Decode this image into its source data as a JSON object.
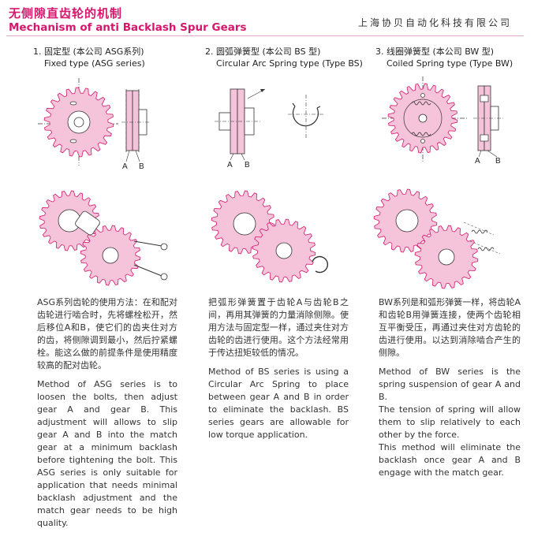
{
  "header": {
    "title_zh": "无侧隙直齿轮的机制",
    "title_en": "Mechanism of anti Backlash Spur Gears",
    "company": "上海协贝自动化科技有限公司"
  },
  "colors": {
    "accent": "#d6176d",
    "gear": "#f5c4da",
    "gear_stroke": "#d6176d",
    "rule": "#e0a6c5"
  },
  "columns": [
    {
      "heading_zh": "1.  固定型 (本公司 ASG系列)",
      "heading_en": "Fixed type (ASG series)",
      "label_a": "A",
      "label_b": "B",
      "desc_zh": "ASG系列齿轮的使用方法：在和配对齿轮进行啮合时，先将螺栓松开，然后移位A和B，使它们的齿夹住对方的齿，将侧隙调到最小，然后拧紧螺栓。能这么做的前提条件是使用精度较高的配对齿轮。",
      "desc_en": "Method of ASG series is to loosen the bolts, then adjust gear A and gear B. This adjustment will allows to slip gear A and B into the match gear at a minimum backlash before tightening the bolt. This ASG series is only suitable for application that needs minimal backlash adjustment and the match gear needs to be high quality."
    },
    {
      "heading_zh": "2.  圆弧弹簧型 (本公司 BS 型)",
      "heading_en": "Circular Arc Spring type (Type BS)",
      "label_a": "A",
      "label_b": "B",
      "desc_zh": "把弧形弹簧置于齿轮A与齿轮B之间，再用其弹簧的力量消除侧隙。使用方法与固定型一样，通过夹住对方齿轮的齿进行使用。这个方法经常用于传达扭矩较低的情况。",
      "desc_en": "Method of BS series is using a Circular Arc Spring to place between gear A and B in order to eliminate the backlash. BS series gears are allowable for low torque application."
    },
    {
      "heading_zh": "3.  线圈弹簧型 (本公司 BW 型)",
      "heading_en": "Coiled Spring type (Type BW)",
      "label_a": "A",
      "label_b": "B",
      "desc_zh": "BW系列是和弧形弹簧一样，将齿轮A和齿轮B用弹簧连接，使两个齿轮相互平衡受压，再通过夹住对方齿轮的齿进行使用。以达到消除啮合产生的侧隙。",
      "desc_en_1": "Method of BW series is the spring suspension of gear A and B.",
      "desc_en_2": "The tension of spring will allow them to slip relatively to each other by the force.",
      "desc_en_3": "This method will eliminate the backlash once gear A and B engage with the match gear."
    }
  ]
}
